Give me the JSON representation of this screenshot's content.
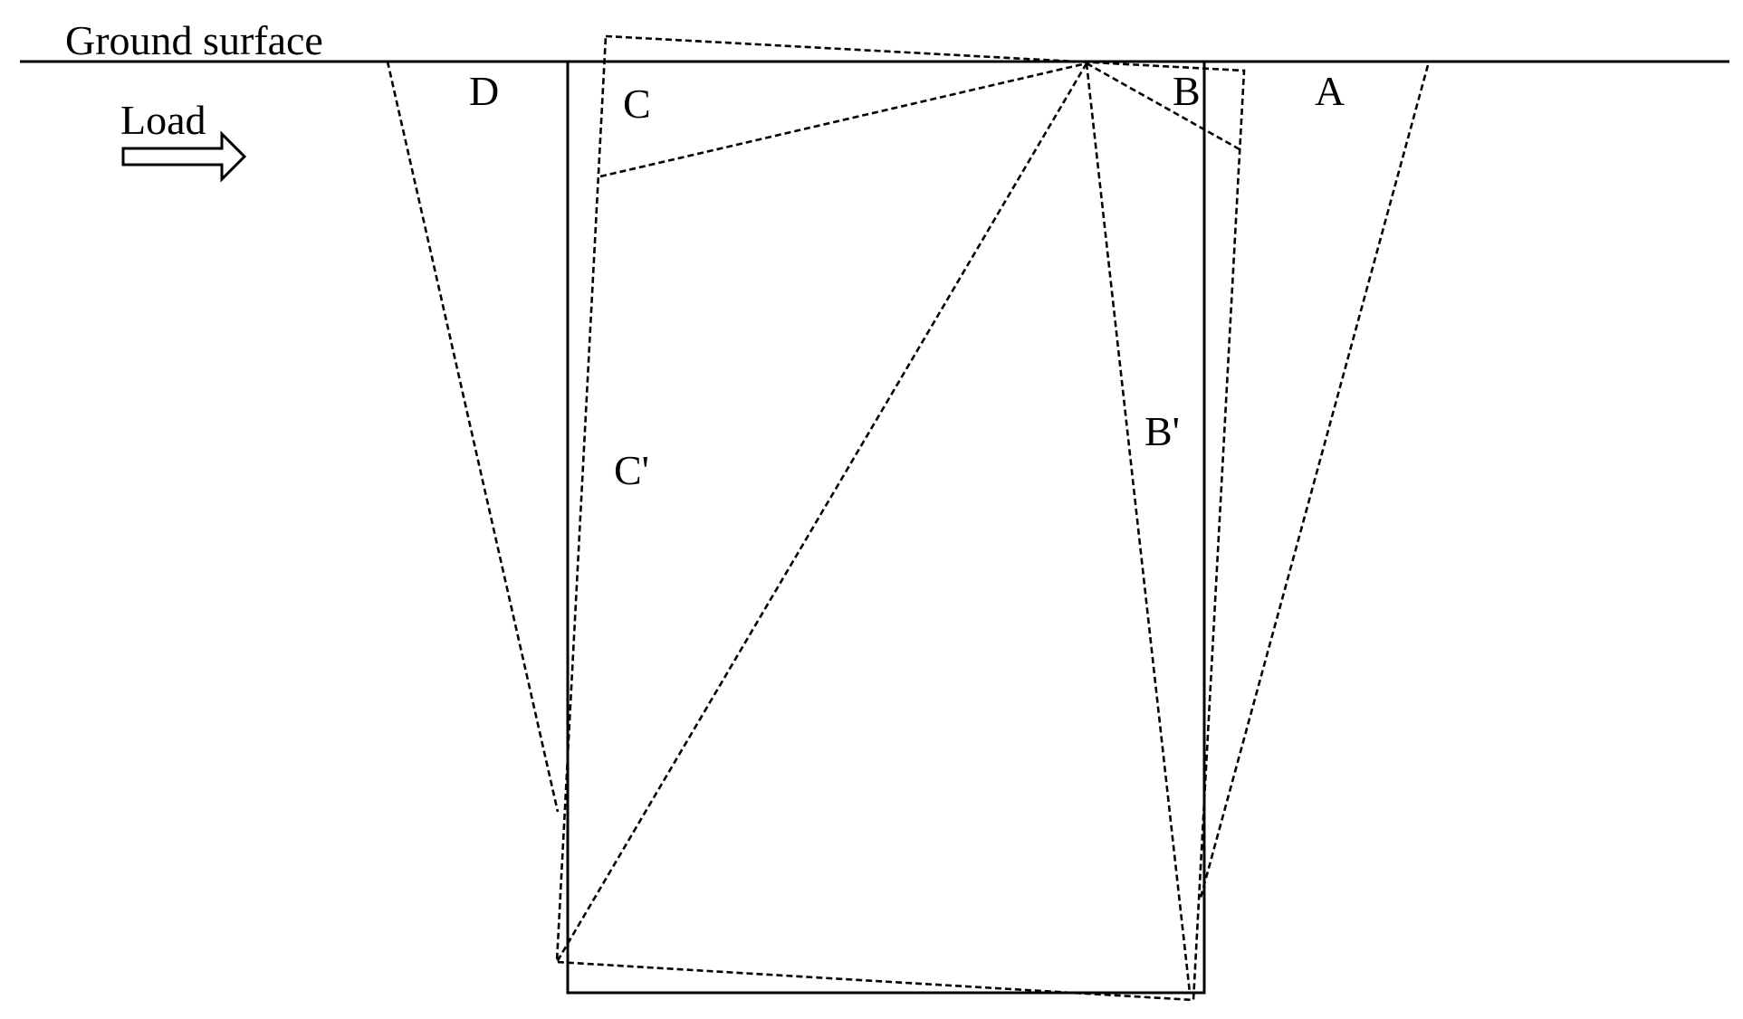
{
  "labels": {
    "ground_surface": "Ground surface",
    "load": "Load",
    "region_a": "A",
    "region_b": "B",
    "region_b_prime": "B'",
    "region_c": "C",
    "region_c_prime": "C'",
    "region_d": "D"
  },
  "colors": {
    "line": "#000000",
    "background": "#ffffff"
  }
}
